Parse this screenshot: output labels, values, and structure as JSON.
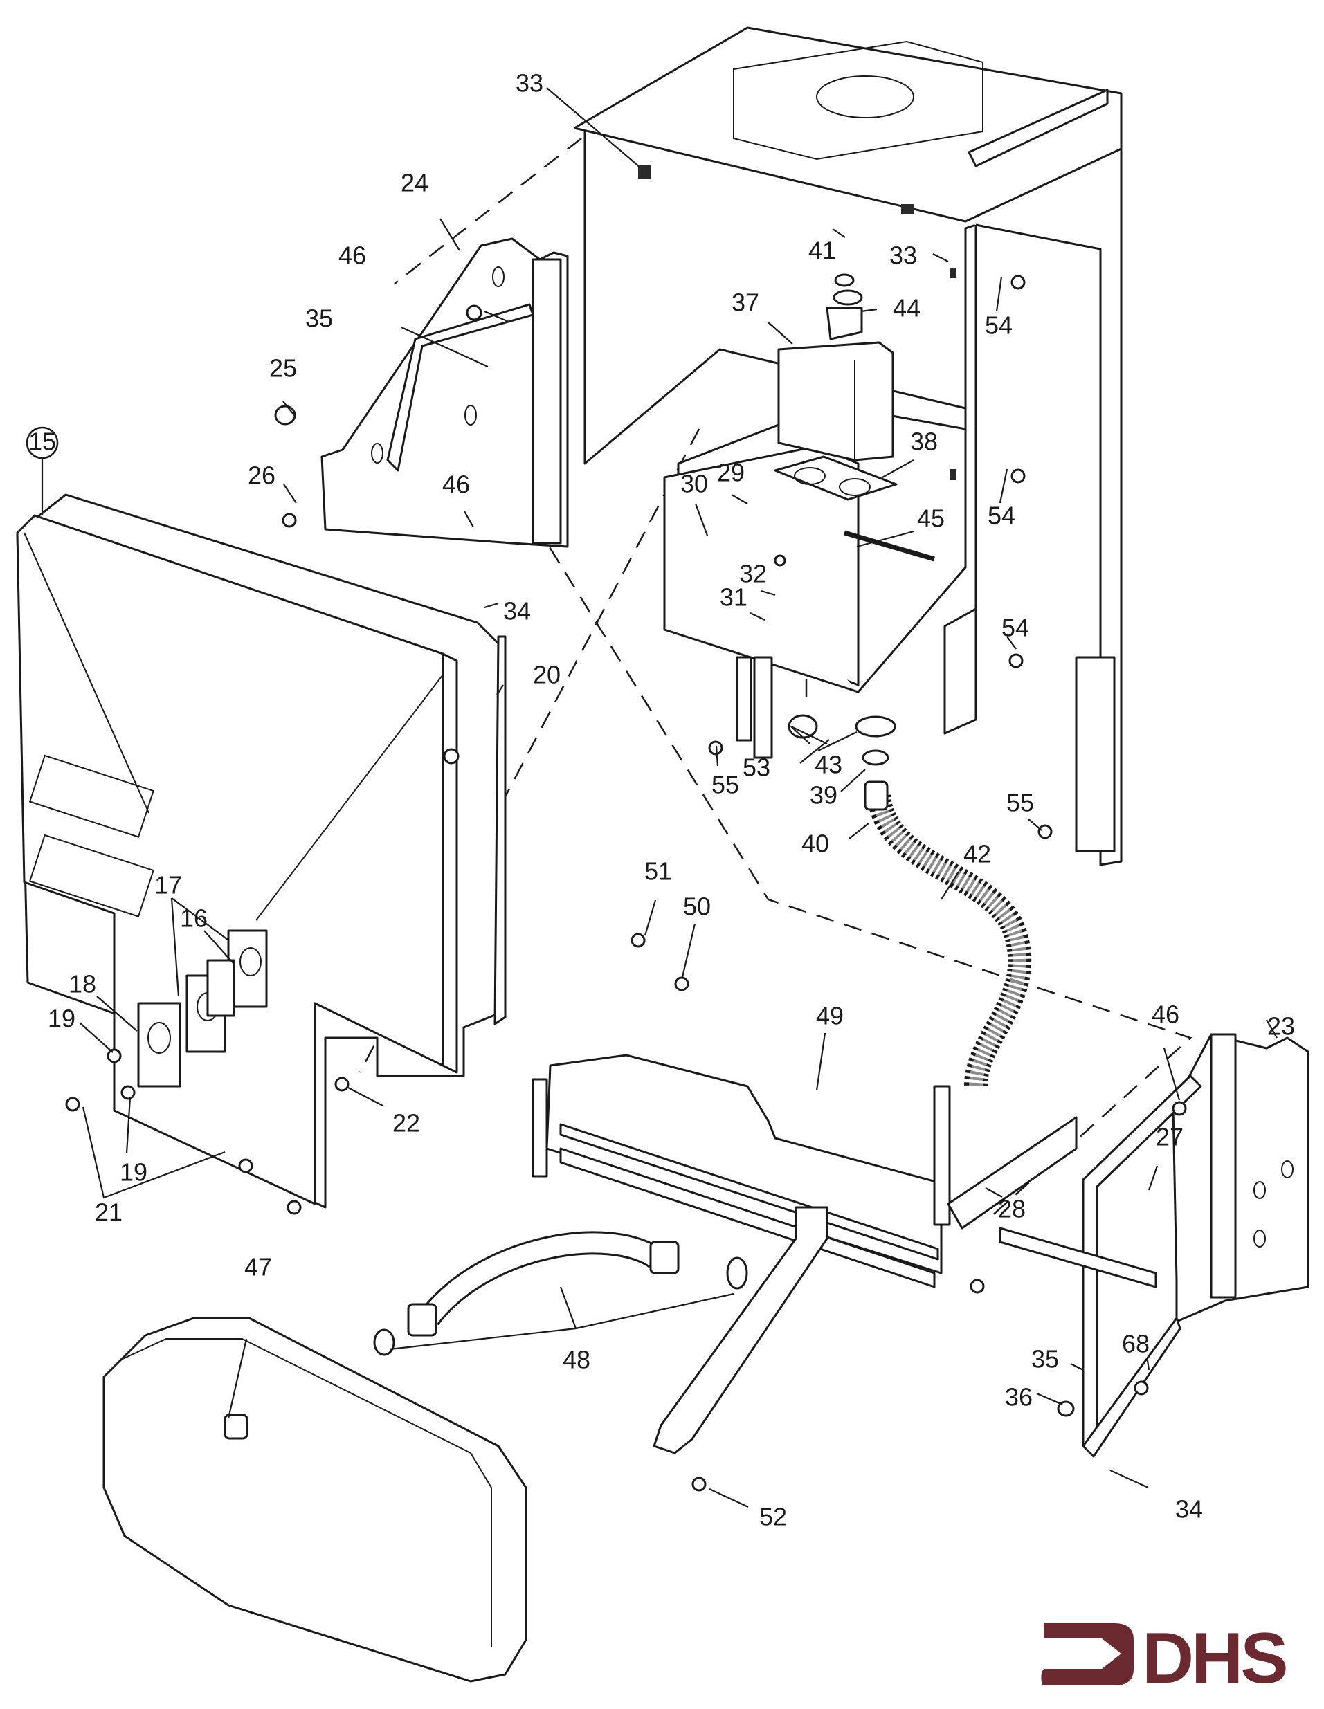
{
  "diagram": {
    "title": "Exploded parts diagram",
    "brand": "DHS",
    "brand_color": "#6b2a30",
    "line_color": "#1a1a1a",
    "callouts": [
      {
        "id": "15",
        "circled": true
      },
      {
        "id": "16"
      },
      {
        "id": "17"
      },
      {
        "id": "18"
      },
      {
        "id": "19a",
        "text": "19"
      },
      {
        "id": "19b",
        "text": "19"
      },
      {
        "id": "20"
      },
      {
        "id": "21"
      },
      {
        "id": "22"
      },
      {
        "id": "23"
      },
      {
        "id": "24"
      },
      {
        "id": "25"
      },
      {
        "id": "26"
      },
      {
        "id": "27"
      },
      {
        "id": "28"
      },
      {
        "id": "29"
      },
      {
        "id": "30"
      },
      {
        "id": "31"
      },
      {
        "id": "32"
      },
      {
        "id": "33a",
        "text": "33"
      },
      {
        "id": "33b",
        "text": "33"
      },
      {
        "id": "34a",
        "text": "34"
      },
      {
        "id": "34b",
        "text": "34"
      },
      {
        "id": "35a",
        "text": "35"
      },
      {
        "id": "35b",
        "text": "35"
      },
      {
        "id": "36"
      },
      {
        "id": "37"
      },
      {
        "id": "38"
      },
      {
        "id": "39"
      },
      {
        "id": "40"
      },
      {
        "id": "41"
      },
      {
        "id": "42"
      },
      {
        "id": "43"
      },
      {
        "id": "44"
      },
      {
        "id": "45"
      },
      {
        "id": "46a",
        "text": "46"
      },
      {
        "id": "46b",
        "text": "46"
      },
      {
        "id": "46c",
        "text": "46"
      },
      {
        "id": "47"
      },
      {
        "id": "48"
      },
      {
        "id": "49"
      },
      {
        "id": "50"
      },
      {
        "id": "51"
      },
      {
        "id": "52"
      },
      {
        "id": "53"
      },
      {
        "id": "54a",
        "text": "54"
      },
      {
        "id": "54b",
        "text": "54"
      },
      {
        "id": "54c",
        "text": "54"
      },
      {
        "id": "55a",
        "text": "55"
      },
      {
        "id": "55b",
        "text": "55"
      },
      {
        "id": "68"
      }
    ],
    "labels": {
      "l15": "15",
      "l16": "16",
      "l17": "17",
      "l18": "18",
      "l19a": "19",
      "l19b": "19",
      "l20": "20",
      "l21": "21",
      "l22": "22",
      "l23": "23",
      "l24": "24",
      "l25": "25",
      "l26": "26",
      "l27": "27",
      "l28": "28",
      "l29": "29",
      "l30": "30",
      "l31": "31",
      "l32": "32",
      "l33a": "33",
      "l33b": "33",
      "l34a": "34",
      "l34b": "34",
      "l35a": "35",
      "l35b": "35",
      "l36": "36",
      "l37": "37",
      "l38": "38",
      "l39": "39",
      "l40": "40",
      "l41": "41",
      "l42": "42",
      "l43": "43",
      "l44": "44",
      "l45": "45",
      "l46a": "46",
      "l46b": "46",
      "l46c": "46",
      "l47": "47",
      "l48": "48",
      "l49": "49",
      "l50": "50",
      "l51": "51",
      "l52": "52",
      "l53": "53",
      "l54a": "54",
      "l54b": "54",
      "l54c": "54",
      "l55a": "55",
      "l55b": "55",
      "l68": "68"
    }
  }
}
